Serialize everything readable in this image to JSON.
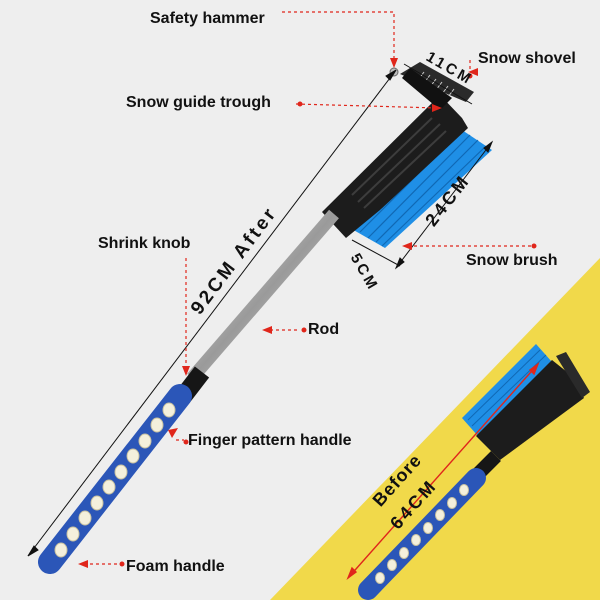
{
  "labels": {
    "safety_hammer": "Safety hammer",
    "snow_shovel": "Snow shovel",
    "snow_guide_trough": "Snow guide trough",
    "shrink_knob": "Shrink knob",
    "rod": "Rod",
    "snow_brush": "Snow brush",
    "finger_pattern_handle": "Finger pattern handle",
    "foam_handle": "Foam handle"
  },
  "dimensions": {
    "after_length": "92CM After",
    "shovel_width": "11CM",
    "brush_length": "24CM",
    "brush_width": "5CM",
    "before_word": "Before",
    "before_length": "64CM"
  },
  "colors": {
    "background": "#eeeeee",
    "yellow_panel": "#f1d94a",
    "brush_blue": "#1f8fe6",
    "handle_blue": "#2b56b8",
    "pointer_red": "#e0261b",
    "head_black": "#1c1c1c"
  }
}
